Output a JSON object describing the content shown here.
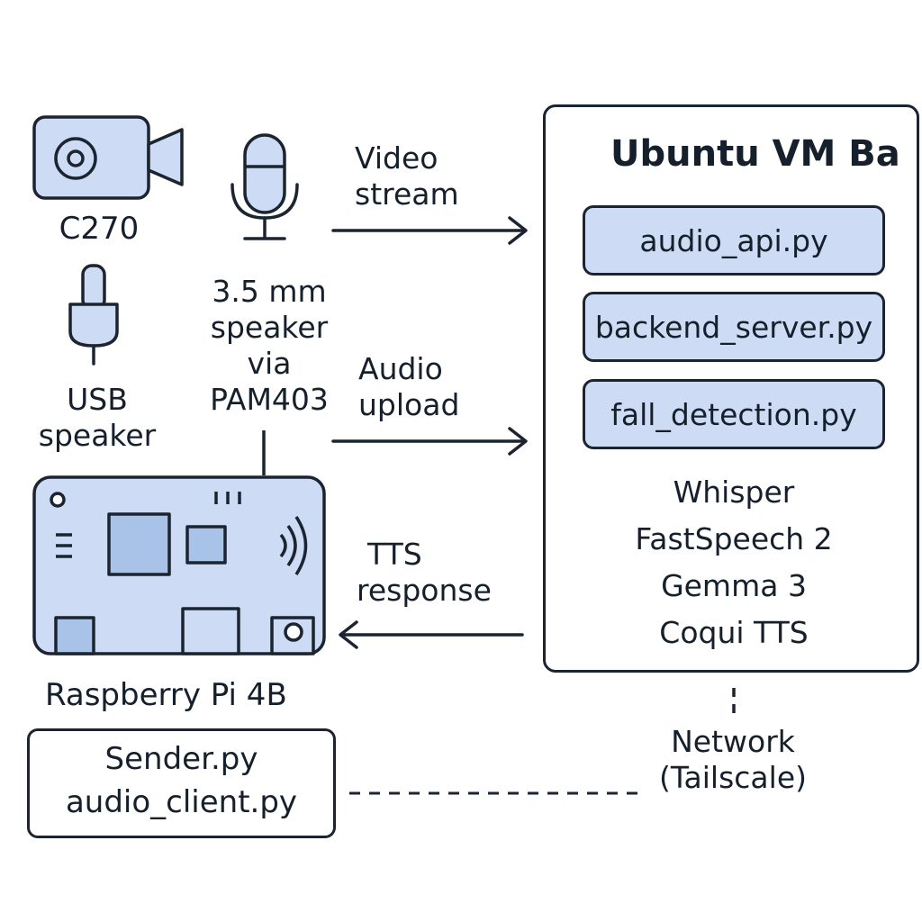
{
  "devices": {
    "camera": "C270",
    "usb_speaker": [
      "USB",
      "speaker"
    ],
    "speaker_35": [
      "3.5 mm",
      "speaker",
      "via",
      "PAM403"
    ],
    "raspberry_pi": "Raspberry Pi 4B"
  },
  "client_scripts": [
    "Sender.py",
    "audio_client.py"
  ],
  "server": {
    "title": "Ubuntu VM Ba",
    "modules": [
      "audio_api.py",
      "backend_server.py",
      "fall_detection.py"
    ],
    "models": [
      "Whisper",
      "FastSpeech 2",
      "Gemma 3",
      "Coqui TTS"
    ]
  },
  "flows": {
    "video": [
      "Video",
      "stream"
    ],
    "audio": [
      "Audio",
      "upload"
    ],
    "tts": [
      "TTS",
      "response"
    ]
  },
  "network": [
    "Network",
    "(Tailscale)"
  ],
  "colors": {
    "fill": "#cddcf4",
    "stroke": "#1b2430"
  }
}
